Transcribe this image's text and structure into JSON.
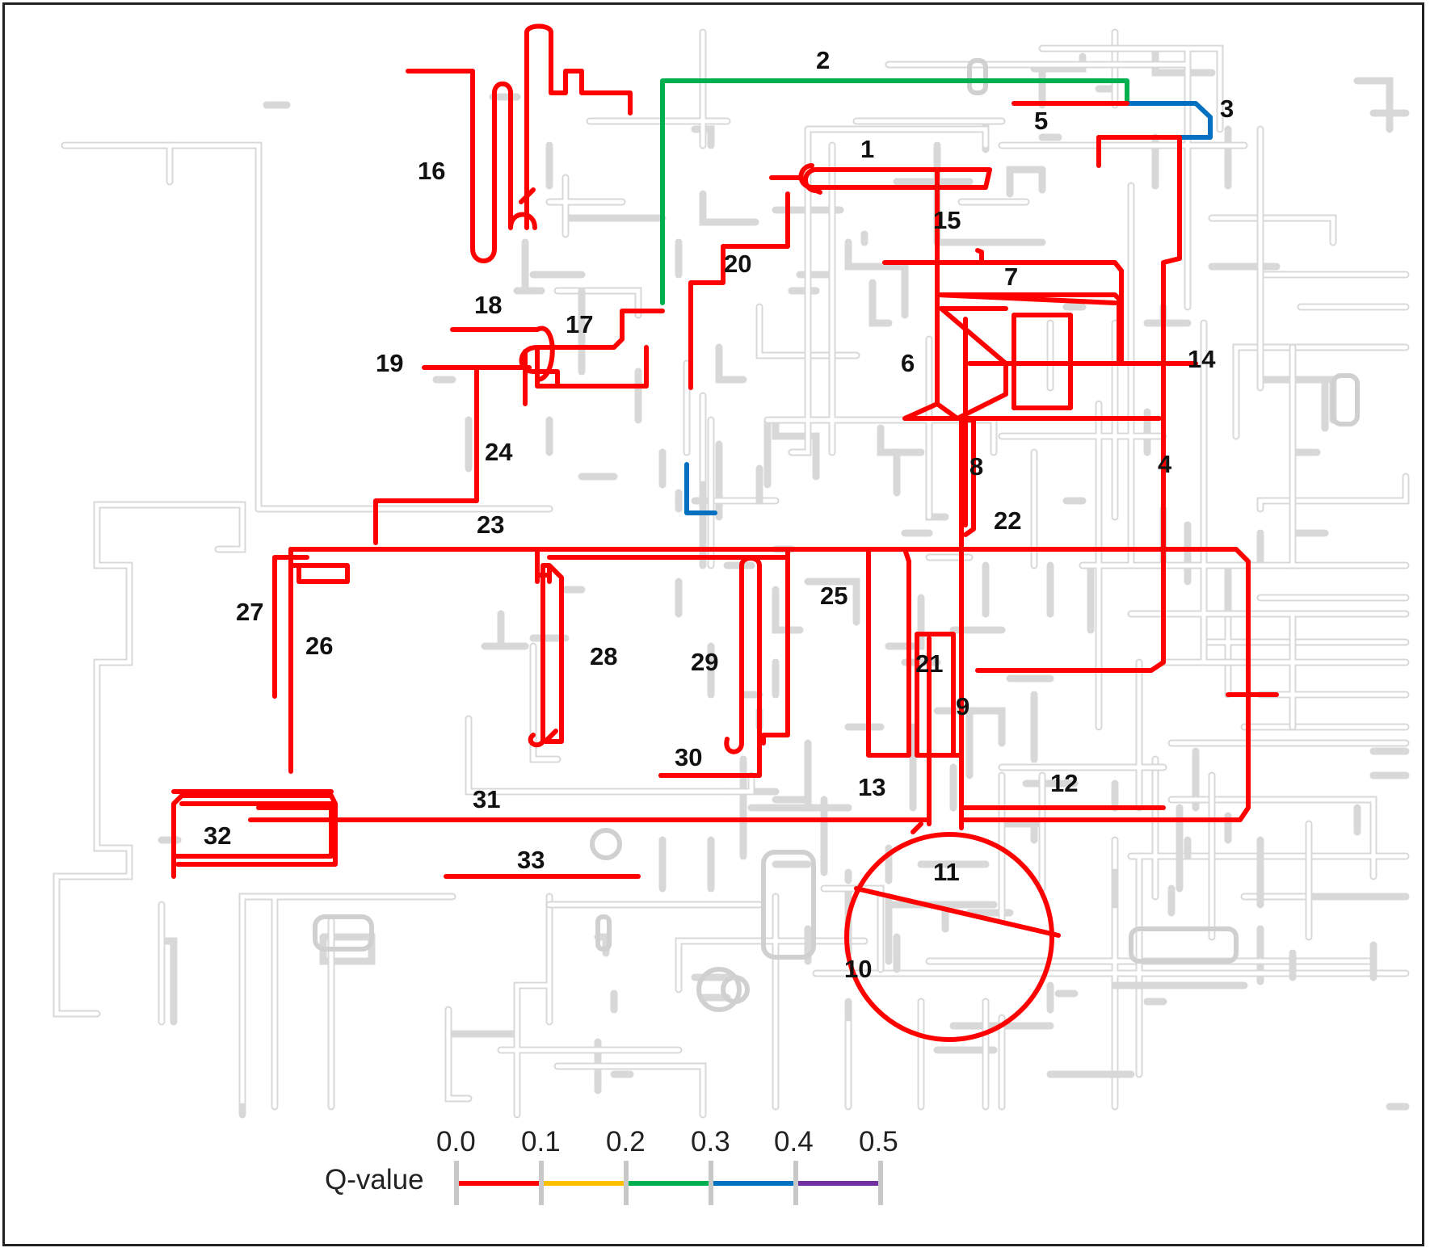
{
  "figure": {
    "segment_labels": [
      "1",
      "2",
      "3",
      "4",
      "5",
      "6",
      "7",
      "8",
      "9",
      "10",
      "11",
      "12",
      "13",
      "14",
      "15",
      "16",
      "17",
      "18",
      "19",
      "20",
      "21",
      "22",
      "23",
      "24",
      "25",
      "26",
      "27",
      "28",
      "29",
      "30",
      "31",
      "32",
      "33"
    ],
    "segment_q_values": {
      "2": "0.2-0.3",
      "3": "0.3-0.4",
      "other_highlighted": "0.0-0.1"
    }
  },
  "legend": {
    "title": "Q-value",
    "ticks": [
      "0.0",
      "0.1",
      "0.2",
      "0.3",
      "0.4",
      "0.5"
    ],
    "colors": [
      "#ff0000",
      "#ffc000",
      "#00b050",
      "#0070c0",
      "#7030a0"
    ]
  },
  "colors": {
    "network": "#c8c8c8",
    "highlight_low": "#ff0000",
    "highlight_green": "#00b050",
    "highlight_blue": "#0070c0"
  }
}
